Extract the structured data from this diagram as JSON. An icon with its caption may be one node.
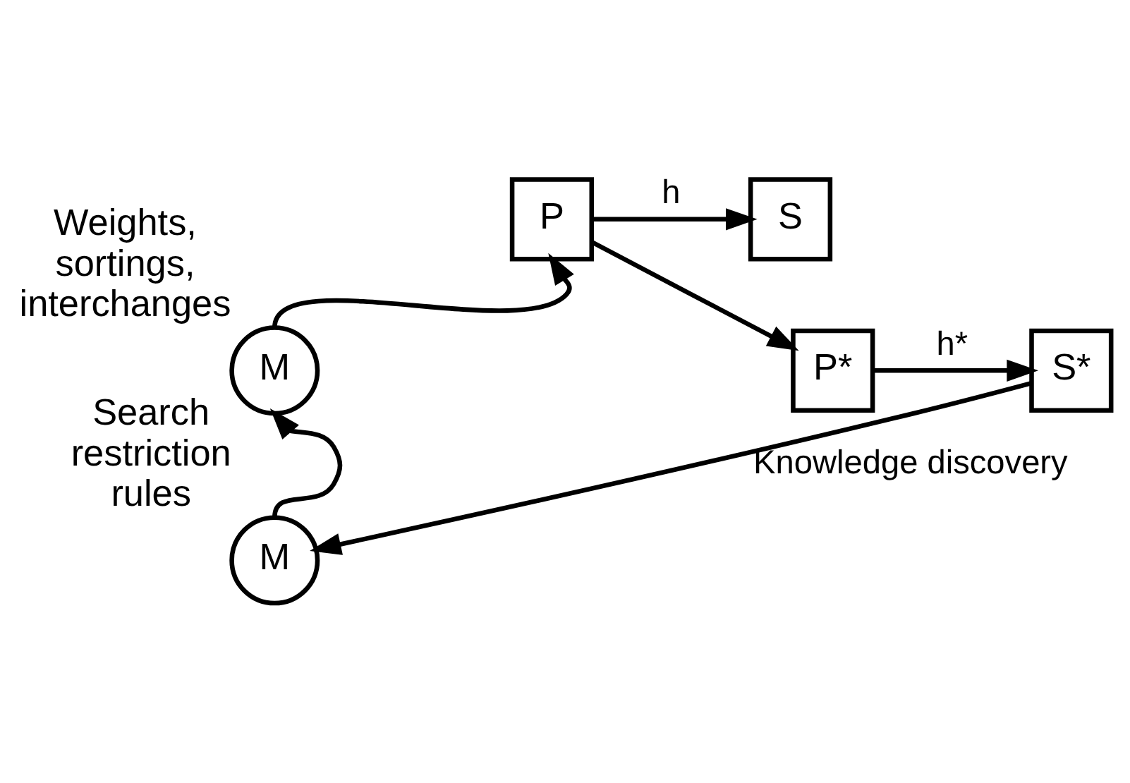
{
  "diagram": {
    "nodes": [
      {
        "text": [
          "P"
        ]
      },
      {
        "text": [
          "S"
        ]
      },
      {
        "text": [
          "P*"
        ]
      },
      {
        "text": [
          "S*"
        ]
      },
      {
        "text": [
          "M"
        ],
        "beside": [
          "Weights, sortings, interchanges"
        ]
      },
      {
        "text": [
          "M"
        ],
        "beside": [
          "Search restriction rules"
        ]
      }
    ],
    "edges": [
      {
        "from": 0,
        "to": 1,
        "arrow": "to",
        "label": "h"
      },
      {
        "from": 0,
        "to": 2,
        "arrow": "to"
      },
      {
        "from": 2,
        "to": 3,
        "arrow": "to",
        "label": "h*"
      },
      {
        "from": 3,
        "to": 5,
        "arrow": "to",
        "label": "Knowledge discovery"
      },
      {
        "from": 5,
        "to": 4,
        "arrow": "to"
      },
      {
        "from": 4,
        "to": 0,
        "arrow": "to"
      }
    ]
  }
}
